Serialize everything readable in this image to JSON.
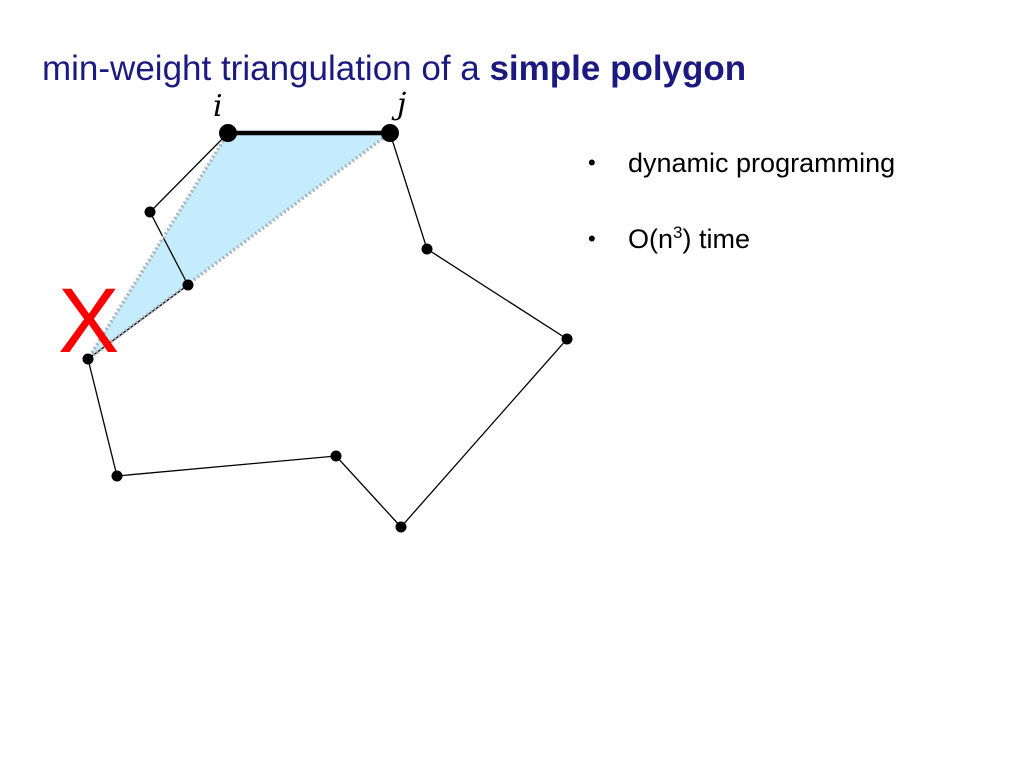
{
  "title": {
    "plain": "min-weight triangulation of a ",
    "emphasis": "simple polygon"
  },
  "labels": {
    "vertex_i": "i",
    "vertex_j": "j",
    "cross_mark": "X"
  },
  "bullets": [
    {
      "text": "dynamic programming"
    },
    {
      "text_before": "O(n",
      "superscript": "3",
      "text_after": ") time"
    }
  ],
  "bullet_glyph": "•",
  "colors": {
    "title": "#1a1a80",
    "triangle_fill": "#c4ecfc",
    "dotted_edge": "#aab4bc",
    "cross_mark": "#ff0000",
    "polygon": "#000000"
  }
}
